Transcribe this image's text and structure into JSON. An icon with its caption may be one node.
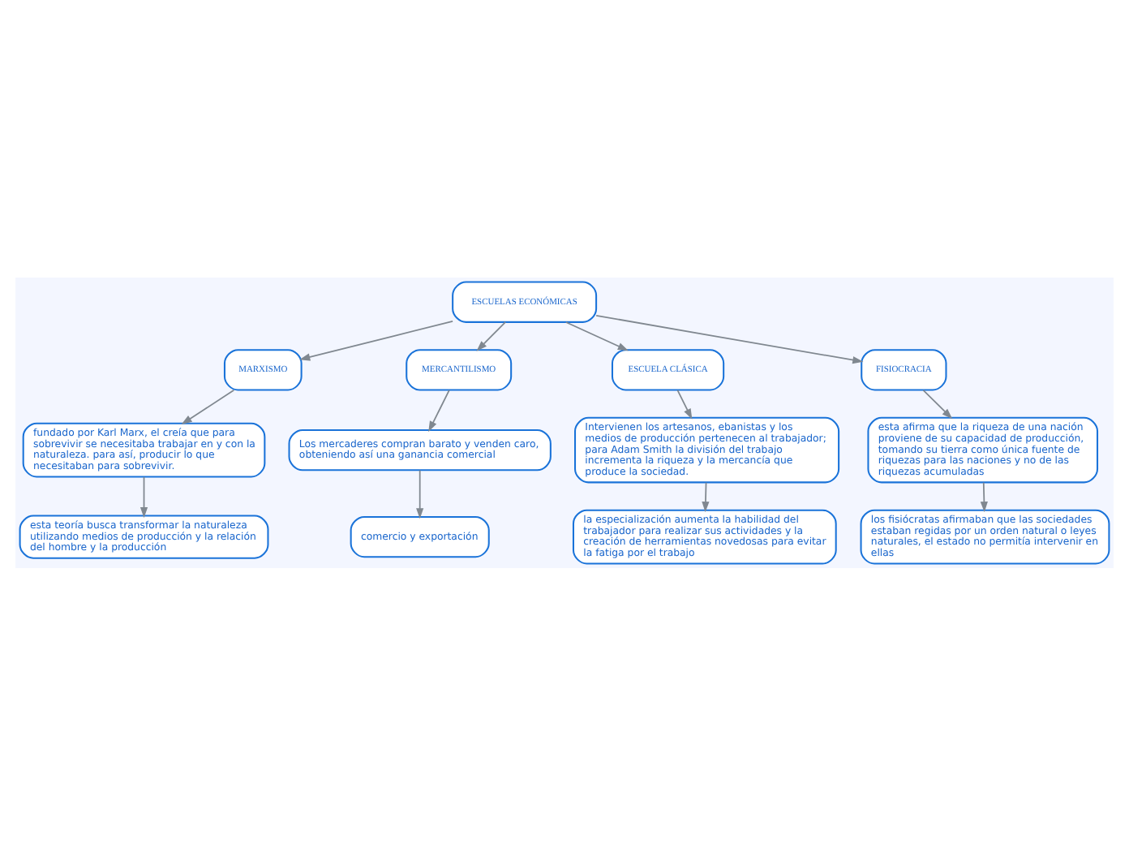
{
  "diagram": {
    "nodes": [
      {
        "text": [
          "ESCUELAS ECONÓMICAS"
        ]
      },
      {
        "text": [
          "MARXISMO"
        ]
      },
      {
        "text": [
          "fundado por Karl Marx, el creía que para sobrevivir se necesitaba trabajar en y con la naturaleza. para así, producir lo que necesitaban para sobrevivir."
        ]
      },
      {
        "text": [
          "esta teoría busca transformar la naturaleza utilizando medios de producción y la relación del hombre y la producción"
        ]
      },
      {
        "text": [
          "MERCANTILISMO"
        ]
      },
      {
        "text": [
          "Los mercaderes compran barato y venden caro, obteniendo así una ganancia comercial"
        ]
      },
      {
        "text": [
          "comercio y exportación"
        ]
      },
      {
        "text": [
          "ESCUELA CLÁSICA"
        ]
      },
      {
        "text": [
          "Intervienen los artesanos, ebanistas y los medios de producción pertenecen al trabajador; para Adam Smith la división del trabajo incrementa la riqueza y la mercancía que produce la sociedad."
        ]
      },
      {
        "text": [
          "la especialización aumenta la habilidad del trabajador para realizar sus actividades y la creación de herramientas novedosas para evitar la fatiga por el trabajo"
        ]
      },
      {
        "text": [
          "FISIOCRACIA"
        ]
      },
      {
        "text": [
          "esta afirma que la riqueza de una nación proviene de su capacidad de producción, tomando su tierra como única fuente de riquezas para las naciones y no de las riquezas acumuladas"
        ]
      },
      {
        "text": [
          "los fisiócratas afirmaban que las sociedades estaban regidas por un orden natural o leyes naturales, el estado no permitía intervenir en ellas"
        ]
      }
    ],
    "edges": [
      {
        "from": 0,
        "to": 1,
        "arrow": "to"
      },
      {
        "from": 1,
        "to": 2,
        "arrow": "to"
      },
      {
        "from": 2,
        "to": 3,
        "arrow": "to"
      },
      {
        "from": 0,
        "to": 4,
        "arrow": "to"
      },
      {
        "from": 4,
        "to": 5,
        "arrow": "to"
      },
      {
        "from": 5,
        "to": 6,
        "arrow": "to"
      },
      {
        "from": 0,
        "to": 7,
        "arrow": "to"
      },
      {
        "from": 7,
        "to": 8,
        "arrow": "to"
      },
      {
        "from": 8,
        "to": 9,
        "arrow": "to"
      },
      {
        "from": 0,
        "to": 10,
        "arrow": "to"
      },
      {
        "from": 10,
        "to": 11,
        "arrow": "to"
      },
      {
        "from": 11,
        "to": 12,
        "arrow": "to"
      }
    ]
  }
}
